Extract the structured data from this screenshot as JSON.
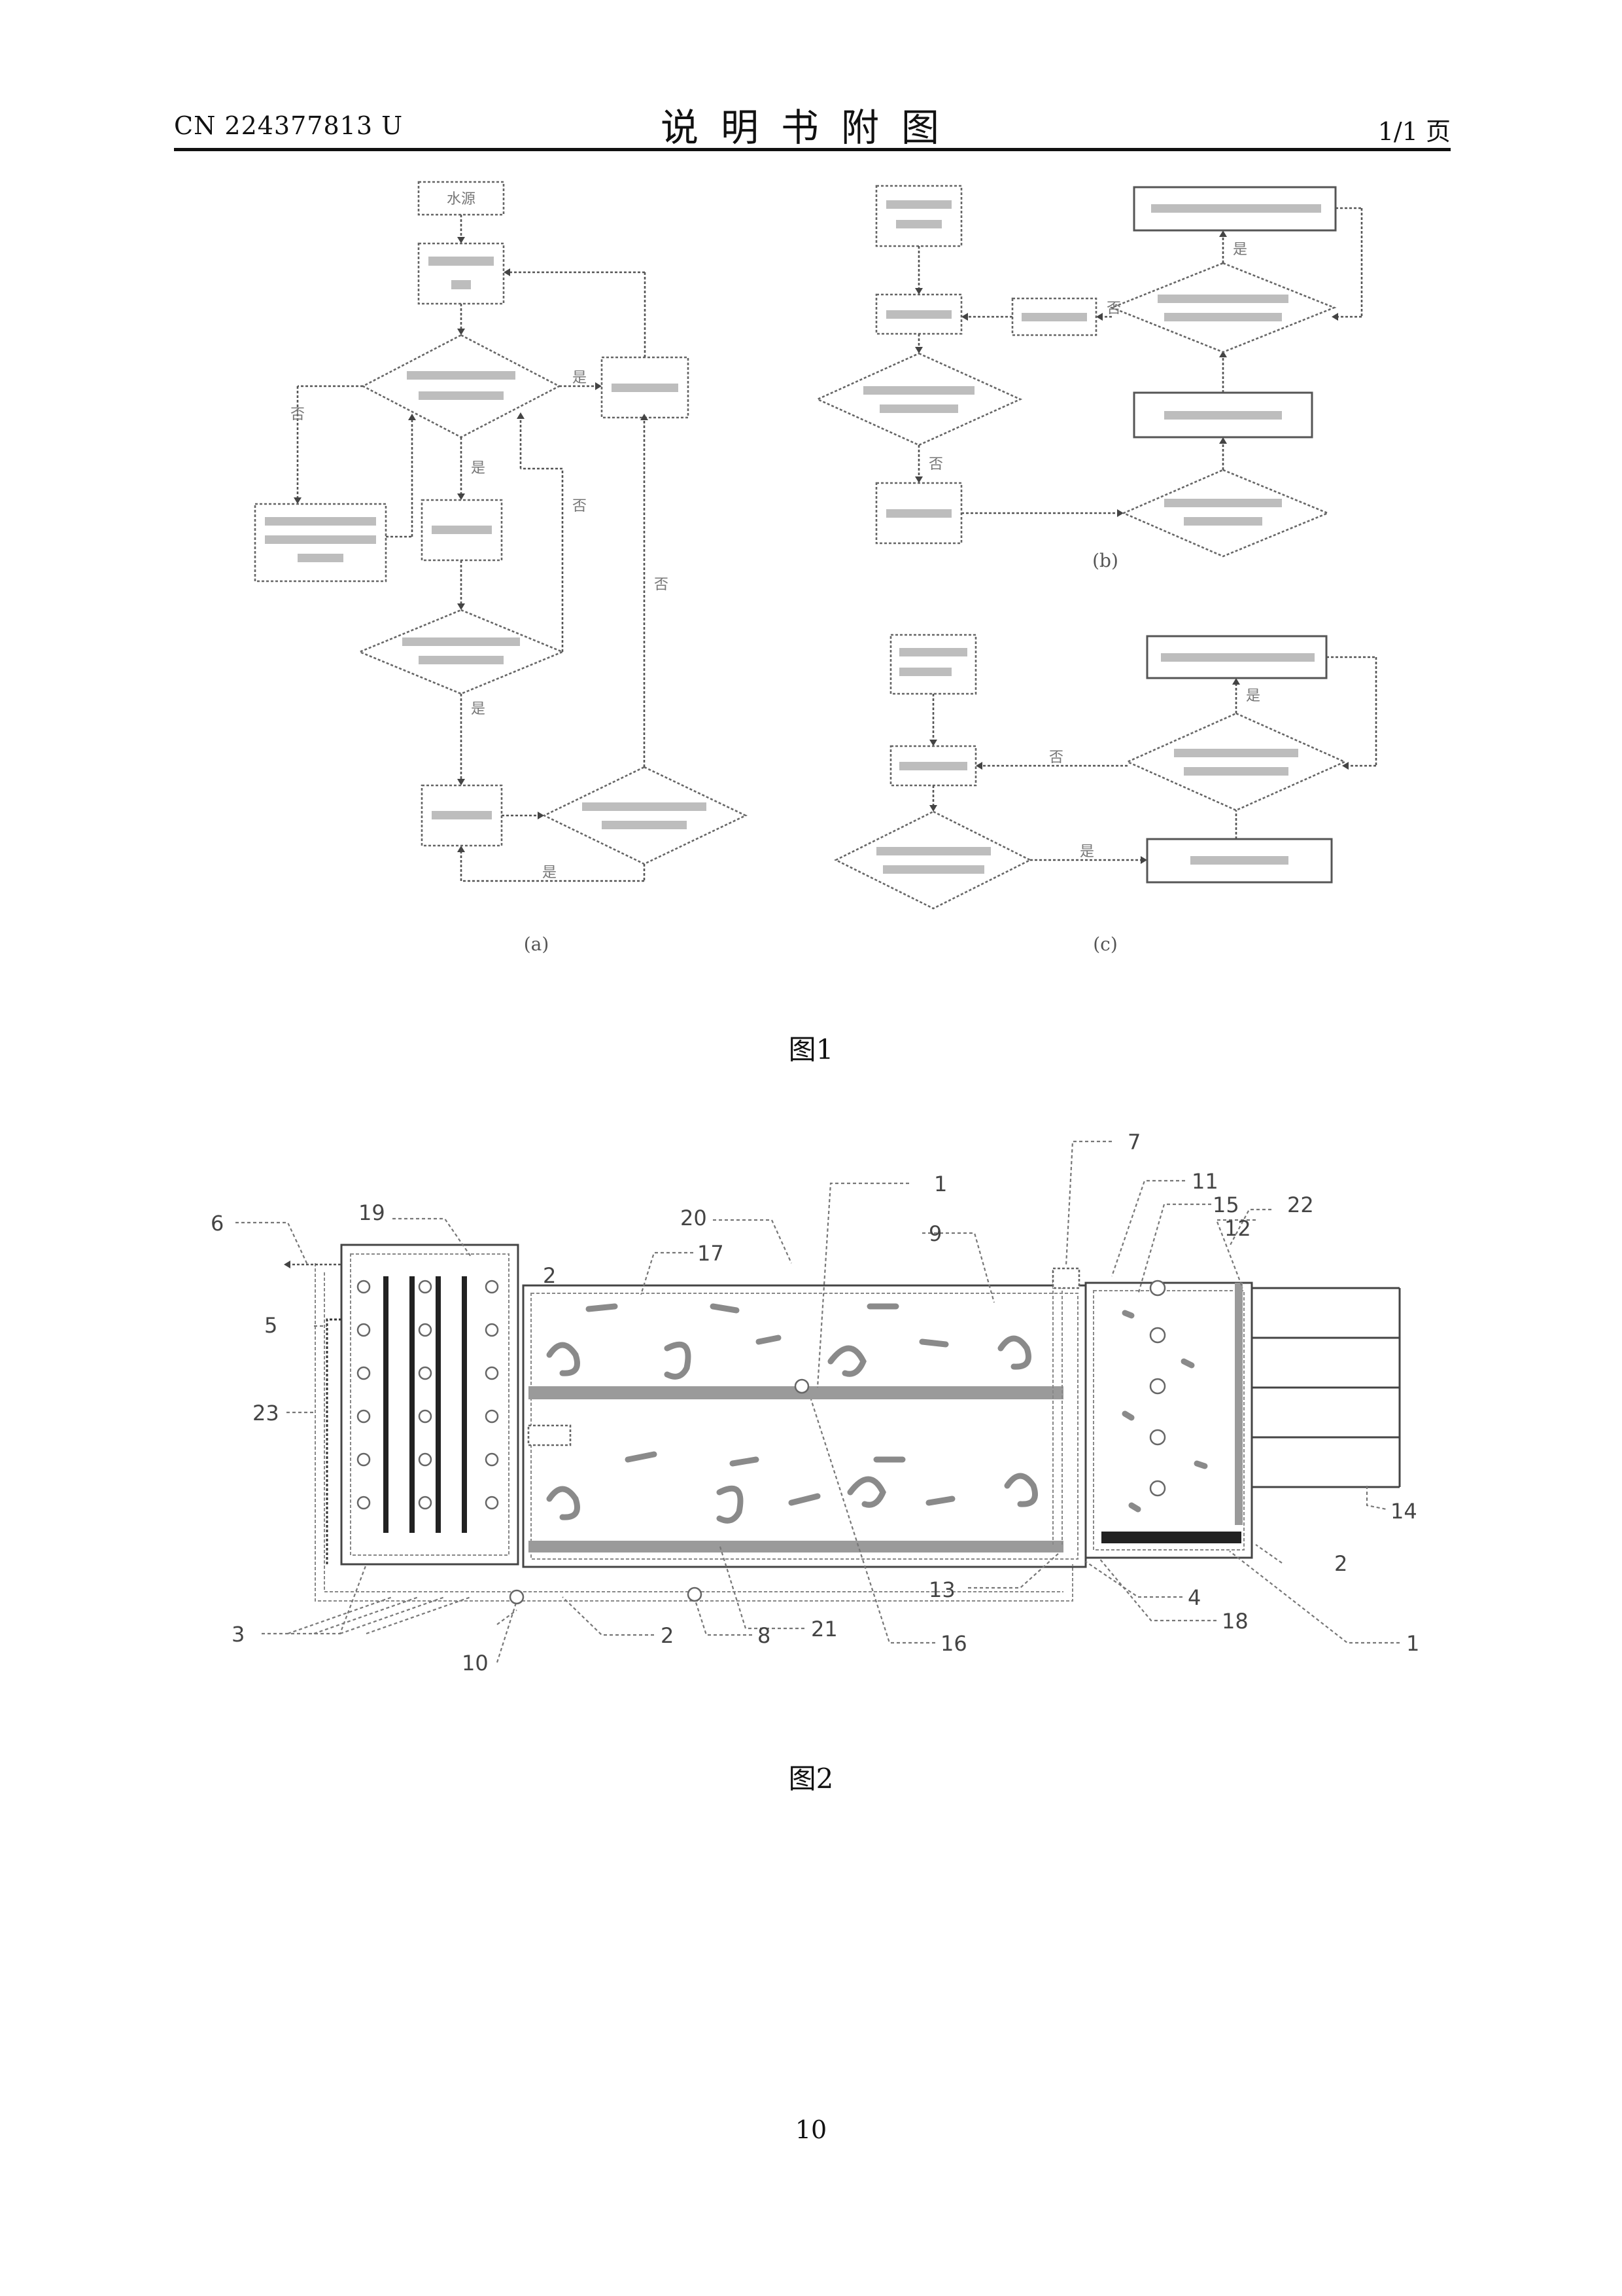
{
  "header": {
    "publication_number": "CN 224377813 U",
    "section_title": "说明书附图",
    "page_indicator": "1/1 页"
  },
  "figure1": {
    "caption": "图1",
    "subfigure_labels": [
      "(a)",
      "(b)",
      "(c)"
    ],
    "flow_labels": {
      "top_box": "水源",
      "yes": "是",
      "no": "否"
    }
  },
  "figure2": {
    "caption": "图2",
    "reference_numerals": [
      "6",
      "19",
      "20",
      "1",
      "9",
      "7",
      "11",
      "15",
      "12",
      "22",
      "2",
      "17",
      "5",
      "23",
      "14",
      "2",
      "3",
      "10",
      "2",
      "8",
      "21",
      "16",
      "13",
      "4",
      "18",
      "1"
    ]
  },
  "footer": {
    "page_number": "10"
  }
}
